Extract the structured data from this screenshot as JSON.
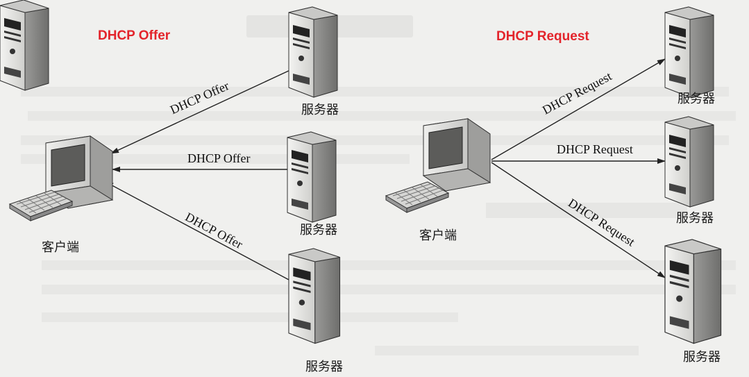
{
  "titles": {
    "offer": "DHCP Offer",
    "request": "DHCP Request"
  },
  "labels": {
    "client": "客户端",
    "server": "服务器"
  },
  "arrows": {
    "offer": "DHCP Offer",
    "request": "DHCP Request",
    "request_spaced": "DHCP  Request"
  },
  "colors": {
    "title": "#e3242b",
    "background": "#f0f0ee"
  }
}
